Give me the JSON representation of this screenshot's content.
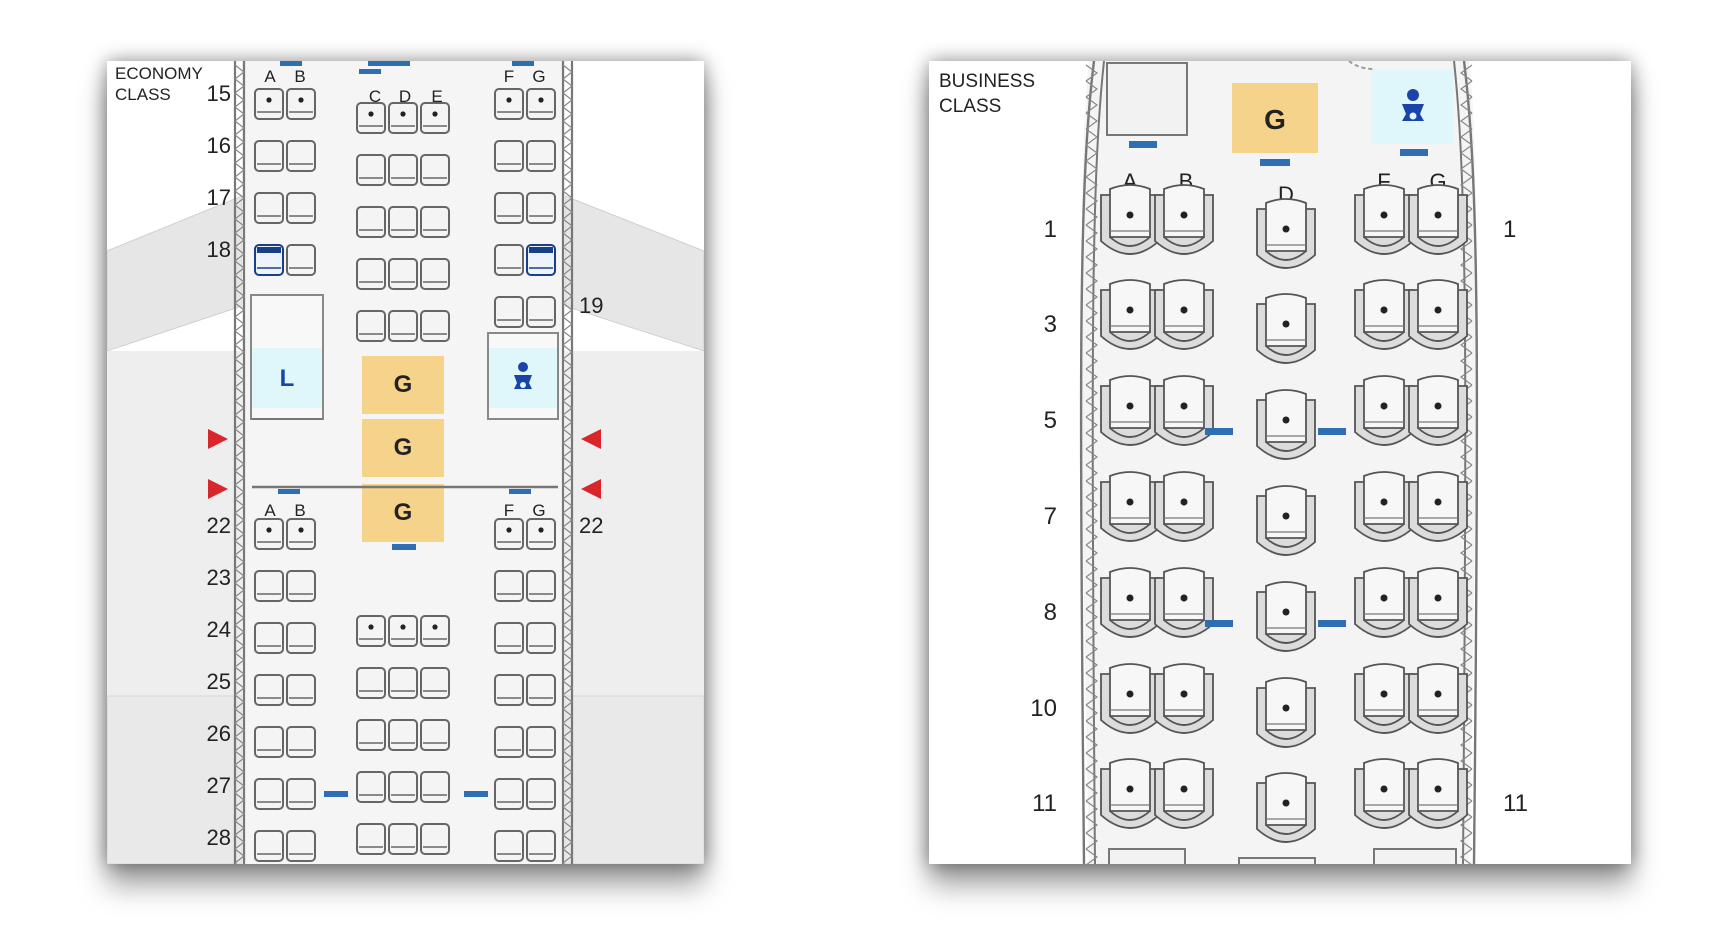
{
  "colors": {
    "seat_fill": "#f4f4f4",
    "seat_stroke": "#666666",
    "galley": "#f6d38b",
    "facility": "#dff6fa",
    "exit_marker": "#d9262b",
    "fuselage_bar": "#2f6db5",
    "selected_seat": "#1a3f8a",
    "bassinet_icon": "#1a45a8"
  },
  "economy": {
    "class_label": "ECONOMY\nCLASS",
    "column_letters_top": [
      "A",
      "B",
      "C",
      "D",
      "E",
      "F",
      "G"
    ],
    "column_letters_rear": [
      "A",
      "B",
      "F",
      "G"
    ],
    "row_numbers_left": [
      "15",
      "16",
      "17",
      "18",
      "22",
      "23",
      "24",
      "25",
      "26",
      "27",
      "28"
    ],
    "row_numbers_right": [
      "19",
      "22"
    ],
    "lavatory_label": "L",
    "galley_labels": [
      "G",
      "G",
      "G"
    ],
    "bassinet_icon": "baby-icon",
    "exit_icons": [
      "exit-arrow-right-icon",
      "exit-arrow-left-icon"
    ]
  },
  "business": {
    "class_label": "BUSINESS\nCLASS",
    "column_letters": [
      "A",
      "B",
      "D",
      "F",
      "G"
    ],
    "row_numbers_left": [
      "1",
      "3",
      "5",
      "7",
      "8",
      "10",
      "11"
    ],
    "row_numbers_right": [
      "1",
      "11"
    ],
    "galley_label": "G",
    "bassinet_icon": "baby-icon"
  }
}
